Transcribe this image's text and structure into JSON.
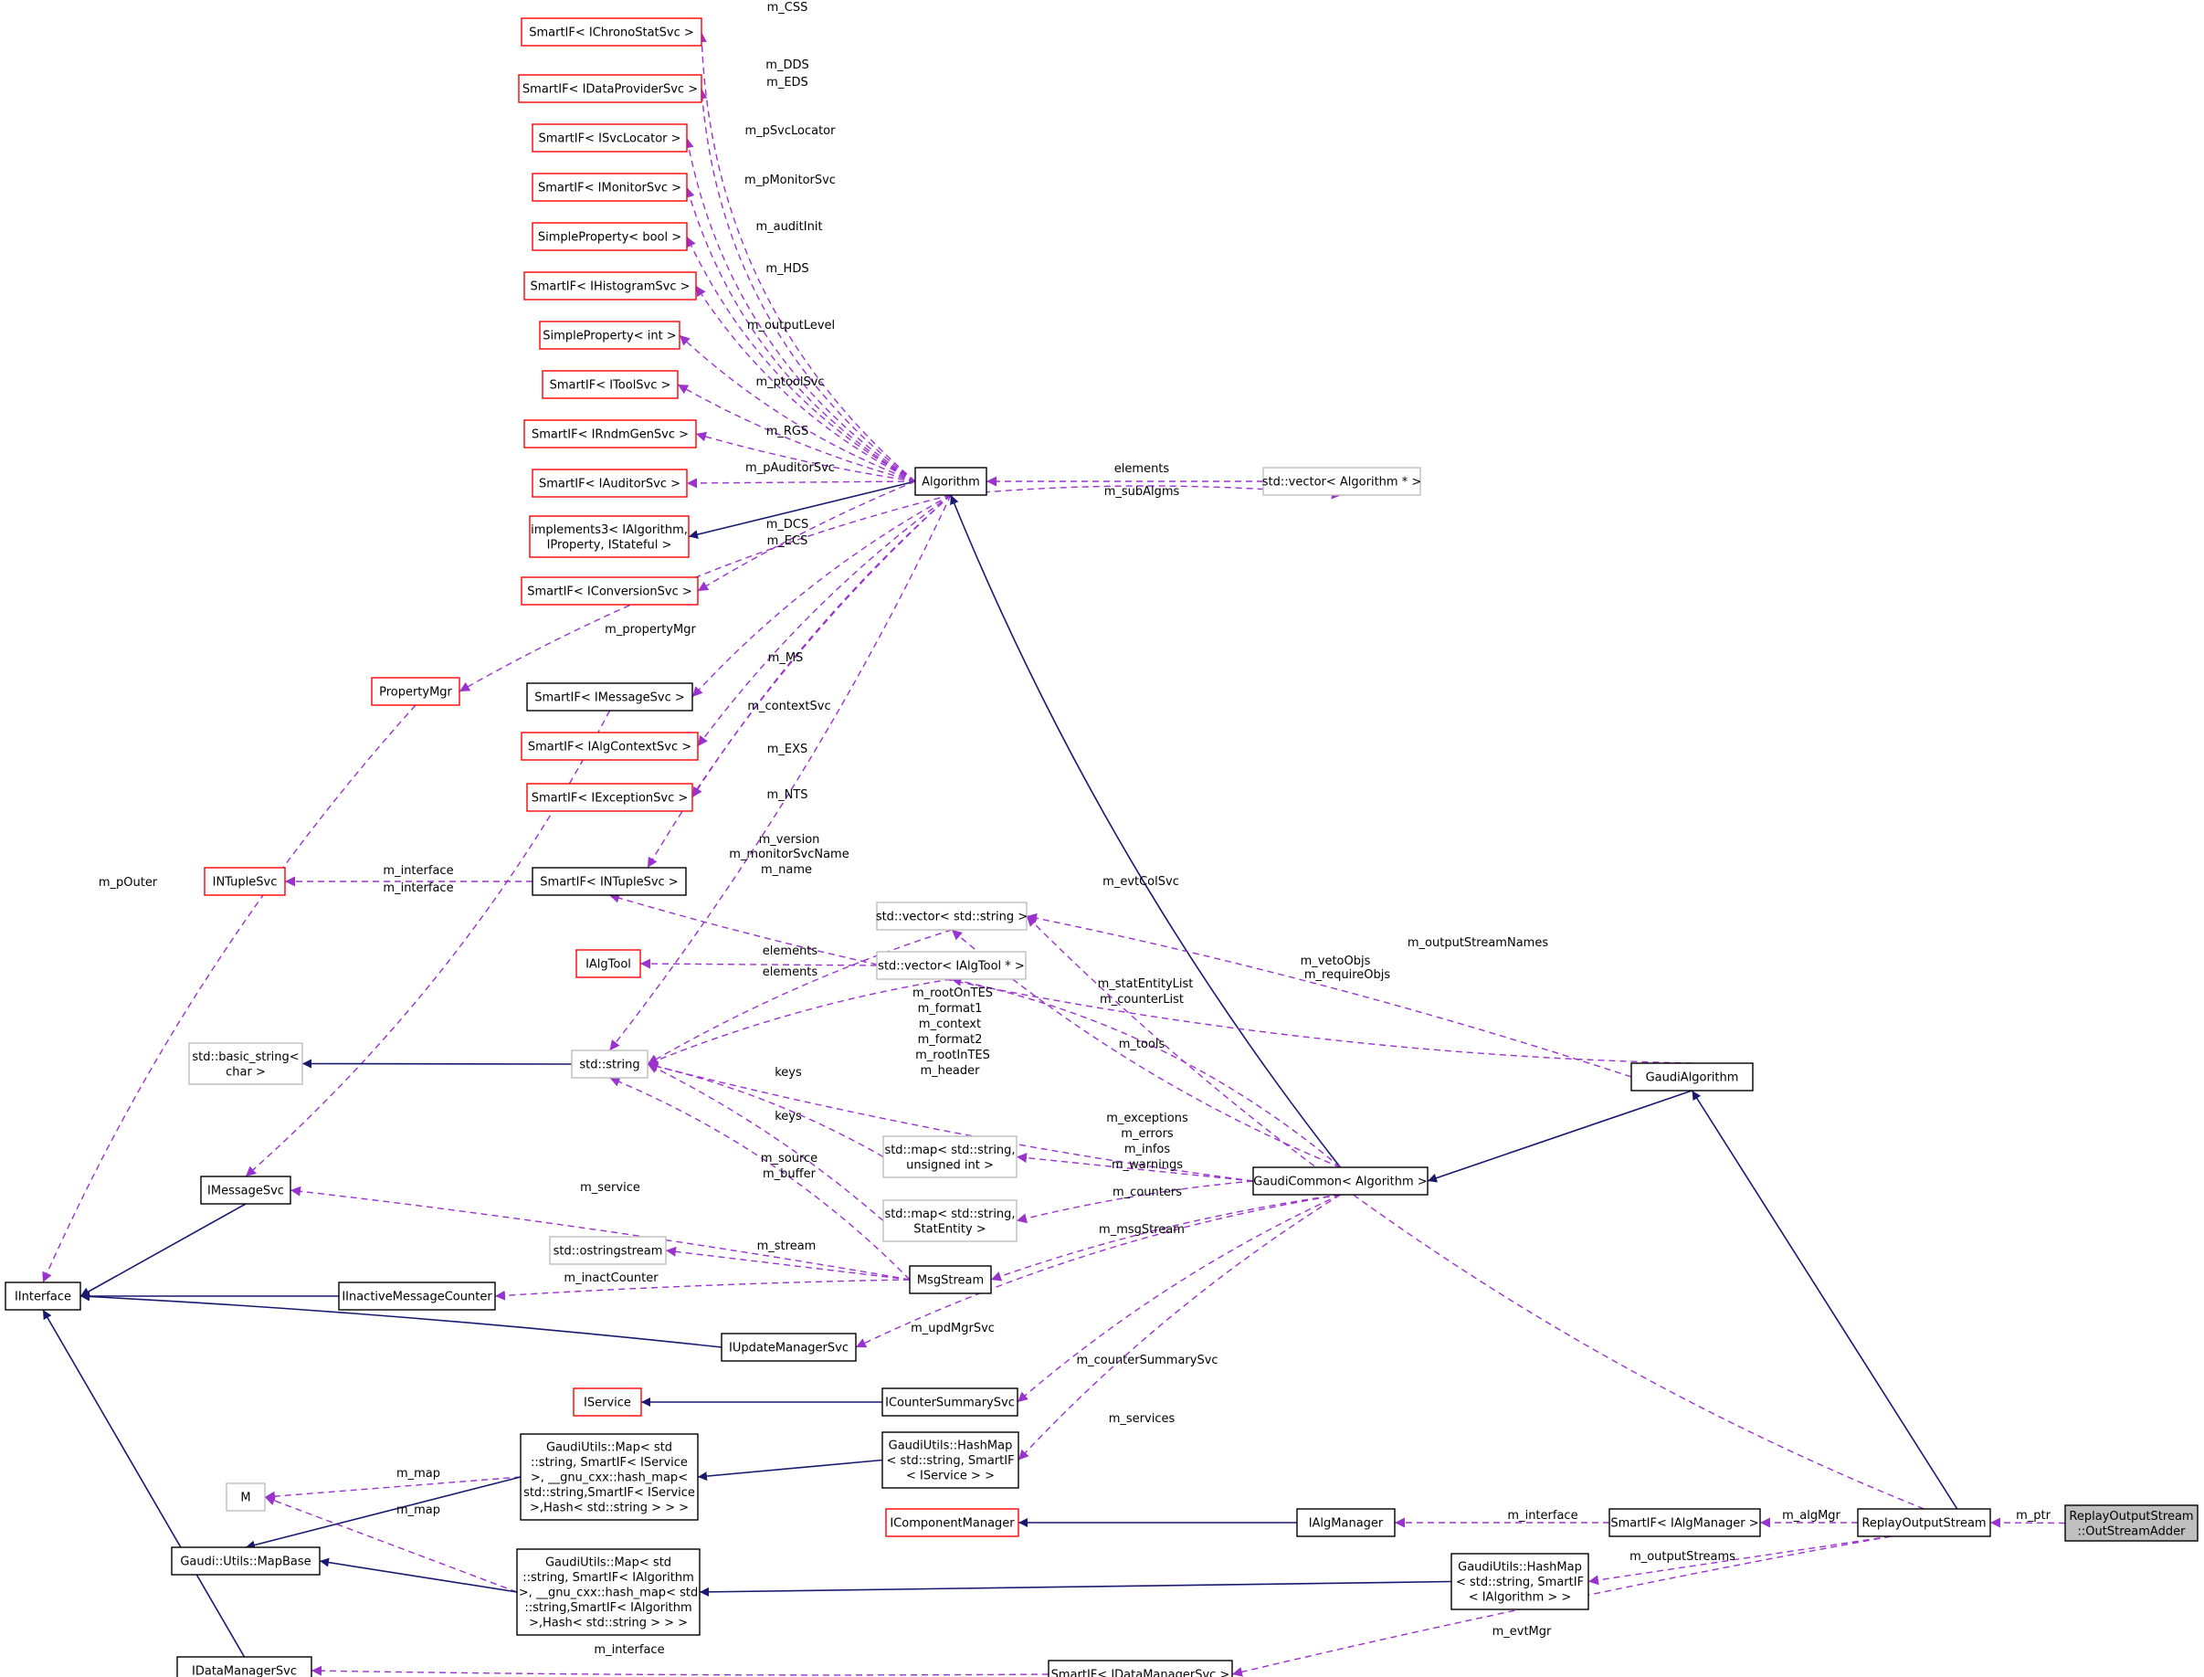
{
  "colors": {
    "inherit": "#191970",
    "member": "#9a32cd",
    "box_default": "#000000",
    "box_red": "#ff0000",
    "box_gray": "#bfbfbf",
    "selected_fill": "#bfbfbf"
  },
  "nodes": [
    {
      "id": "chrono",
      "lines": [
        "SmartIF< IChronoStatSvc >"
      ],
      "style": "red"
    },
    {
      "id": "dataprov",
      "lines": [
        "SmartIF< IDataProviderSvc >"
      ],
      "style": "red"
    },
    {
      "id": "svcloc",
      "lines": [
        "SmartIF< ISvcLocator >"
      ],
      "style": "red"
    },
    {
      "id": "monitor",
      "lines": [
        "SmartIF< IMonitorSvc >"
      ],
      "style": "red"
    },
    {
      "id": "spbool",
      "lines": [
        "SimpleProperty< bool >"
      ],
      "style": "red"
    },
    {
      "id": "histo",
      "lines": [
        "SmartIF< IHistogramSvc >"
      ],
      "style": "red"
    },
    {
      "id": "spint",
      "lines": [
        "SimpleProperty< int >"
      ],
      "style": "red"
    },
    {
      "id": "toolsvc",
      "lines": [
        "SmartIF< IToolSvc >"
      ],
      "style": "red"
    },
    {
      "id": "rndm",
      "lines": [
        "SmartIF< IRndmGenSvc >"
      ],
      "style": "red"
    },
    {
      "id": "auditor",
      "lines": [
        "SmartIF< IAuditorSvc >"
      ],
      "style": "red"
    },
    {
      "id": "impl3",
      "lines": [
        "implements3< IAlgorithm,",
        "IProperty, IStateful >"
      ],
      "style": "red"
    },
    {
      "id": "conv",
      "lines": [
        "SmartIF< IConversionSvc >"
      ],
      "style": "red"
    },
    {
      "id": "propmgr",
      "lines": [
        "PropertyMgr"
      ],
      "style": "red"
    },
    {
      "id": "smsg",
      "lines": [
        "SmartIF< IMessageSvc >"
      ],
      "style": "black"
    },
    {
      "id": "algctx",
      "lines": [
        "SmartIF< IAlgContextSvc >"
      ],
      "style": "red"
    },
    {
      "id": "exc",
      "lines": [
        "SmartIF< IExceptionSvc >"
      ],
      "style": "red"
    },
    {
      "id": "intuple",
      "lines": [
        "INTupleSvc"
      ],
      "style": "red"
    },
    {
      "id": "sintuple",
      "lines": [
        "SmartIF< INTupleSvc >"
      ],
      "style": "black"
    },
    {
      "id": "ialgtool",
      "lines": [
        "IAlgTool"
      ],
      "style": "red"
    },
    {
      "id": "basicstr",
      "lines": [
        "std::basic_string<",
        "char >"
      ],
      "style": "gray"
    },
    {
      "id": "stdstring",
      "lines": [
        "std::string"
      ],
      "style": "gray"
    },
    {
      "id": "imsgsvc",
      "lines": [
        "IMessageSvc"
      ],
      "style": "black"
    },
    {
      "id": "iinterface",
      "lines": [
        "IInterface"
      ],
      "style": "black"
    },
    {
      "id": "ostrs",
      "lines": [
        "std::ostringstream"
      ],
      "style": "gray"
    },
    {
      "id": "inactive",
      "lines": [
        "IInactiveMessageCounter"
      ],
      "style": "black"
    },
    {
      "id": "iupdmgr",
      "lines": [
        "IUpdateManagerSvc"
      ],
      "style": "black"
    },
    {
      "id": "iservice",
      "lines": [
        "IService"
      ],
      "style": "red"
    },
    {
      "id": "icsum",
      "lines": [
        "ICounterSummarySvc"
      ],
      "style": "black"
    },
    {
      "id": "mnode",
      "lines": [
        "M"
      ],
      "style": "gray"
    },
    {
      "id": "mapbase",
      "lines": [
        "Gaudi::Utils::MapBase"
      ],
      "style": "black"
    },
    {
      "id": "map1",
      "lines": [
        "GaudiUtils::Map< std",
        "::string, SmartIF< IService",
        ">, __gnu_cxx::hash_map<",
        "std::string,SmartIF< IService",
        ">,Hash< std::string > > >"
      ],
      "style": "black"
    },
    {
      "id": "hmap1",
      "lines": [
        "GaudiUtils::HashMap",
        "< std::string, SmartIF",
        "< IService > >"
      ],
      "style": "black"
    },
    {
      "id": "map2",
      "lines": [
        "GaudiUtils::Map< std",
        "::string, SmartIF< IAlgorithm",
        ">, __gnu_cxx::hash_map< std",
        "::string,SmartIF< IAlgorithm",
        ">,Hash< std::string > > >"
      ],
      "style": "black"
    },
    {
      "id": "idms",
      "lines": [
        "IDataManagerSvc"
      ],
      "style": "black"
    },
    {
      "id": "sdms",
      "lines": [
        "SmartIF< IDataManagerSvc >"
      ],
      "style": "black"
    },
    {
      "id": "icompmgr",
      "lines": [
        "IComponentManager"
      ],
      "style": "red"
    },
    {
      "id": "ialgmgr",
      "lines": [
        "IAlgManager"
      ],
      "style": "black"
    },
    {
      "id": "salgmgr",
      "lines": [
        "SmartIF< IAlgManager >"
      ],
      "style": "black"
    },
    {
      "id": "hmap2",
      "lines": [
        "GaudiUtils::HashMap",
        "< std::string, SmartIF",
        "< IAlgorithm > >"
      ],
      "style": "black"
    },
    {
      "id": "replay",
      "lines": [
        "ReplayOutputStream"
      ],
      "style": "black"
    },
    {
      "id": "adder",
      "lines": [
        "ReplayOutputStream",
        "::OutStreamAdder"
      ],
      "style": "selected"
    },
    {
      "id": "algorithm",
      "lines": [
        "Algorithm"
      ],
      "style": "black"
    },
    {
      "id": "vecalg",
      "lines": [
        "std::vector< Algorithm * >"
      ],
      "style": "gray"
    },
    {
      "id": "vecstr",
      "lines": [
        "std::vector< std::string >"
      ],
      "style": "gray"
    },
    {
      "id": "vectool",
      "lines": [
        "std::vector< IAlgTool * >"
      ],
      "style": "gray"
    },
    {
      "id": "mapuint",
      "lines": [
        "std::map< std::string,",
        "unsigned int >"
      ],
      "style": "gray"
    },
    {
      "id": "mapstat",
      "lines": [
        "std::map< std::string,",
        "StatEntity >"
      ],
      "style": "gray"
    },
    {
      "id": "msgstream",
      "lines": [
        "MsgStream"
      ],
      "style": "black"
    },
    {
      "id": "gcommon",
      "lines": [
        "GaudiCommon< Algorithm >"
      ],
      "style": "black"
    },
    {
      "id": "galg",
      "lines": [
        "GaudiAlgorithm"
      ],
      "style": "black"
    }
  ],
  "edge_labels": [
    {
      "id": "l-css",
      "text": "m_CSS"
    },
    {
      "id": "l-dds",
      "text": "m_DDS"
    },
    {
      "id": "l-eds",
      "text": "m_EDS"
    },
    {
      "id": "l-psvcloc",
      "text": "m_pSvcLocator"
    },
    {
      "id": "l-pmon",
      "text": "m_pMonitorSvc"
    },
    {
      "id": "l-auditinit",
      "text": "m_auditInit"
    },
    {
      "id": "l-hds",
      "text": "m_HDS"
    },
    {
      "id": "l-outlvl",
      "text": "m_outputLevel"
    },
    {
      "id": "l-ptool",
      "text": "m_ptoolSvc"
    },
    {
      "id": "l-rgs",
      "text": "m_RGS"
    },
    {
      "id": "l-paud",
      "text": "m_pAuditorSvc"
    },
    {
      "id": "l-dcs",
      "text": "m_DCS"
    },
    {
      "id": "l-ecs",
      "text": "m_ECS"
    },
    {
      "id": "l-propmgr",
      "text": "m_propertyMgr"
    },
    {
      "id": "l-ms",
      "text": "m_MS"
    },
    {
      "id": "l-ctx",
      "text": "m_contextSvc"
    },
    {
      "id": "l-exs",
      "text": "m_EXS"
    },
    {
      "id": "l-nts",
      "text": "m_NTS"
    },
    {
      "id": "l-version",
      "text": "m_version"
    },
    {
      "id": "l-monname",
      "text": "m_monitorSvcName"
    },
    {
      "id": "l-name",
      "text": "m_name"
    },
    {
      "id": "l-elem1",
      "text": "elements"
    },
    {
      "id": "l-subalgms",
      "text": "m_subAlgms"
    },
    {
      "id": "l-pouter",
      "text": "m_pOuter"
    },
    {
      "id": "l-iface1",
      "text": "m_interface"
    },
    {
      "id": "l-iface2",
      "text": "m_interface"
    },
    {
      "id": "l-evtcol",
      "text": "m_evtColSvc"
    },
    {
      "id": "l-outnames",
      "text": "m_outputStreamNames"
    },
    {
      "id": "l-veto",
      "text": "m_vetoObjs"
    },
    {
      "id": "l-require",
      "text": "m_requireObjs"
    },
    {
      "id": "l-elem2",
      "text": "elements"
    },
    {
      "id": "l-elem3",
      "text": "elements"
    },
    {
      "id": "l-stat",
      "text": "m_statEntityList"
    },
    {
      "id": "l-counterlist",
      "text": "m_counterList"
    },
    {
      "id": "l-tools",
      "text": "m_tools"
    },
    {
      "id": "l-root",
      "text": "m_rootOnTES"
    },
    {
      "id": "l-f1",
      "text": "m_format1"
    },
    {
      "id": "l-context",
      "text": "m_context"
    },
    {
      "id": "l-f2",
      "text": "m_format2"
    },
    {
      "id": "l-rootin",
      "text": "m_rootInTES"
    },
    {
      "id": "l-header",
      "text": "m_header"
    },
    {
      "id": "l-keys1",
      "text": "keys"
    },
    {
      "id": "l-keys2",
      "text": "keys"
    },
    {
      "id": "l-exceptions",
      "text": "m_exceptions"
    },
    {
      "id": "l-errors",
      "text": "m_errors"
    },
    {
      "id": "l-infos",
      "text": "m_infos"
    },
    {
      "id": "l-warnings",
      "text": "m_warnings"
    },
    {
      "id": "l-source",
      "text": "m_source"
    },
    {
      "id": "l-buffer",
      "text": "m_buffer"
    },
    {
      "id": "l-service",
      "text": "m_service"
    },
    {
      "id": "l-counters",
      "text": "m_counters"
    },
    {
      "id": "l-msgstream",
      "text": "m_msgStream"
    },
    {
      "id": "l-stream",
      "text": "m_stream"
    },
    {
      "id": "l-inact",
      "text": "m_inactCounter"
    },
    {
      "id": "l-updmgr",
      "text": "m_updMgrSvc"
    },
    {
      "id": "l-csum",
      "text": "m_counterSummarySvc"
    },
    {
      "id": "l-services",
      "text": "m_services"
    },
    {
      "id": "l-map1",
      "text": "m_map"
    },
    {
      "id": "l-map2",
      "text": "m_map"
    },
    {
      "id": "l-iface3",
      "text": "m_interface"
    },
    {
      "id": "l-algmgr",
      "text": "m_algMgr"
    },
    {
      "id": "l-ptr",
      "text": "m_ptr"
    },
    {
      "id": "l-outstreams",
      "text": "m_outputStreams"
    },
    {
      "id": "l-evtmgr",
      "text": "m_evtMgr"
    },
    {
      "id": "l-iface4",
      "text": "m_interface"
    }
  ]
}
